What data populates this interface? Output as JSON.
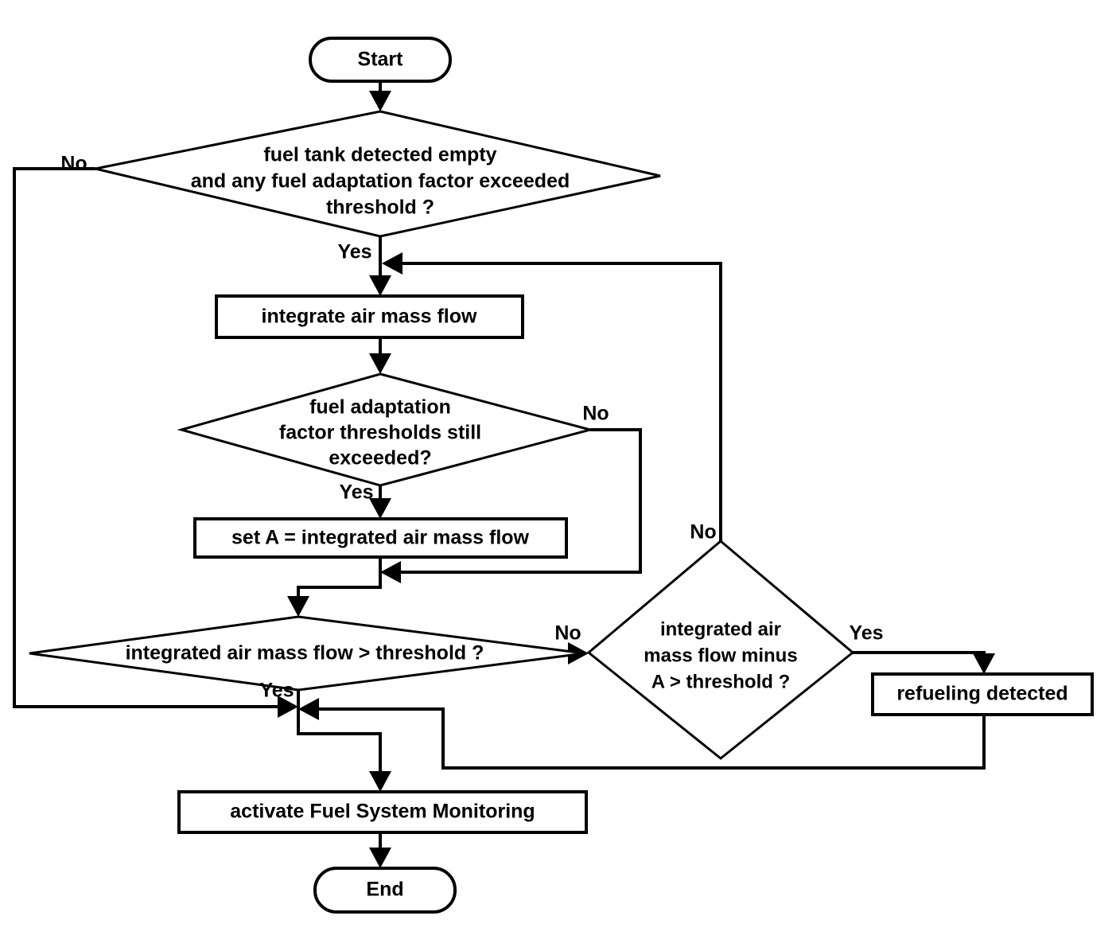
{
  "diagram": {
    "title": "Refueling detection flowchart",
    "type": "flowchart",
    "colors": {
      "background": "#ffffff",
      "stroke": "#000000",
      "fill": "#ffffff"
    },
    "nodes": {
      "start": {
        "label": "Start",
        "shape": "terminator"
      },
      "decision_tank_empty": {
        "shape": "decision",
        "line1": "fuel tank detected empty",
        "line2": "and any fuel adaptation factor exceeded",
        "line3": "threshold ?"
      },
      "process_integrate": {
        "label": "integrate air mass flow",
        "shape": "process"
      },
      "decision_thresholds_still": {
        "shape": "decision",
        "line1": "fuel adaptation",
        "line2": "factor thresholds still",
        "line3": "exceeded?"
      },
      "process_set_a": {
        "label": "set A = integrated air mass flow",
        "shape": "process"
      },
      "decision_flow_threshold": {
        "shape": "decision",
        "line1": "integrated air mass flow > threshold ?"
      },
      "decision_minus_a": {
        "shape": "decision",
        "line1": "integrated air",
        "line2": "mass flow minus",
        "line3": "A > threshold ?"
      },
      "process_refueling": {
        "label": "refueling detected",
        "shape": "process"
      },
      "process_activate": {
        "label": "activate Fuel System Monitoring",
        "shape": "process"
      },
      "end": {
        "label": "End",
        "shape": "terminator"
      }
    },
    "edge_labels": {
      "tank_empty_no": "No",
      "tank_empty_yes": "Yes",
      "thresholds_still_no": "No",
      "thresholds_still_yes": "Yes",
      "flow_threshold_no": "No",
      "flow_threshold_yes": "Yes",
      "minus_a_no": "No",
      "minus_a_yes": "Yes"
    }
  },
  "chart_data": {
    "type": "diagram",
    "title": "Refueling detection flowchart",
    "nodes": [
      {
        "id": "start",
        "label": "Start",
        "shape": "terminator"
      },
      {
        "id": "d1",
        "label": "fuel tank detected empty and any fuel adaptation factor exceeded threshold ?",
        "shape": "decision"
      },
      {
        "id": "p1",
        "label": "integrate air mass flow",
        "shape": "process"
      },
      {
        "id": "d2",
        "label": "fuel adaptation factor thresholds still exceeded?",
        "shape": "decision"
      },
      {
        "id": "p2",
        "label": "set A = integrated air mass flow",
        "shape": "process"
      },
      {
        "id": "d3",
        "label": "integrated air mass flow > threshold ?",
        "shape": "decision"
      },
      {
        "id": "d4",
        "label": "integrated air mass flow minus A > threshold ?",
        "shape": "decision"
      },
      {
        "id": "p3",
        "label": "refueling detected",
        "shape": "process"
      },
      {
        "id": "p4",
        "label": "activate Fuel System Monitoring",
        "shape": "process"
      },
      {
        "id": "end",
        "label": "End",
        "shape": "terminator"
      }
    ],
    "edges": [
      {
        "from": "start",
        "to": "d1",
        "label": ""
      },
      {
        "from": "d1",
        "to": "d3",
        "label": "No"
      },
      {
        "from": "d1",
        "to": "p1",
        "label": "Yes"
      },
      {
        "from": "p1",
        "to": "d2",
        "label": ""
      },
      {
        "from": "d2",
        "to": "p2",
        "label": "Yes"
      },
      {
        "from": "d2",
        "to": "d3",
        "label": "No"
      },
      {
        "from": "p2",
        "to": "d3",
        "label": ""
      },
      {
        "from": "d3",
        "to": "d4",
        "label": "No"
      },
      {
        "from": "d3",
        "to": "p4",
        "label": "Yes"
      },
      {
        "from": "d4",
        "to": "p1",
        "label": "No"
      },
      {
        "from": "d4",
        "to": "p3",
        "label": "Yes"
      },
      {
        "from": "p3",
        "to": "p4",
        "label": ""
      },
      {
        "from": "p4",
        "to": "end",
        "label": ""
      }
    ]
  }
}
